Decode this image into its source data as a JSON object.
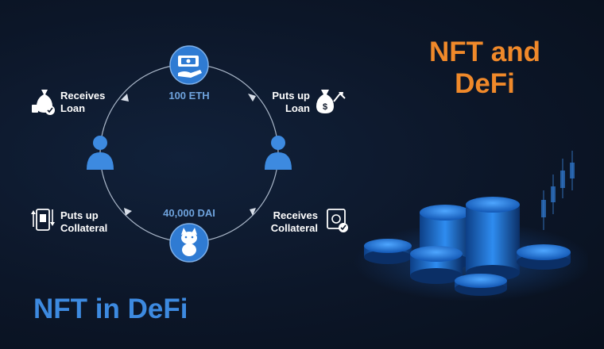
{
  "headline": "NFT and\nDeFi",
  "footer_title": "NFT in DeFi",
  "flow": {
    "top_value": "100 ETH",
    "bottom_value": "40,000 DAI",
    "left_top": {
      "line1": "Receives",
      "line2": "Loan"
    },
    "right_top": {
      "line1": "Puts up",
      "line2": "Loan"
    },
    "left_bottom": {
      "line1": "Puts up",
      "line2": "Collateral"
    },
    "right_bottom": {
      "line1": "Receives",
      "line2": "Collateral"
    }
  },
  "colors": {
    "accent_orange": "#f0892a",
    "accent_blue": "#3d8ae0",
    "node_blue": "#2f7bd3",
    "value_blue": "#6fa3dd"
  },
  "icons": {
    "top_node": "cash-in-hand-icon",
    "bottom_node": "cat-nft-icon",
    "left_person": "person-icon",
    "right_person": "person-icon",
    "receives_loan": "money-bag-check-icon",
    "puts_up_loan": "money-bag-arrow-icon",
    "puts_up_collateral": "phone-transfer-icon",
    "receives_collateral": "safe-check-icon"
  }
}
